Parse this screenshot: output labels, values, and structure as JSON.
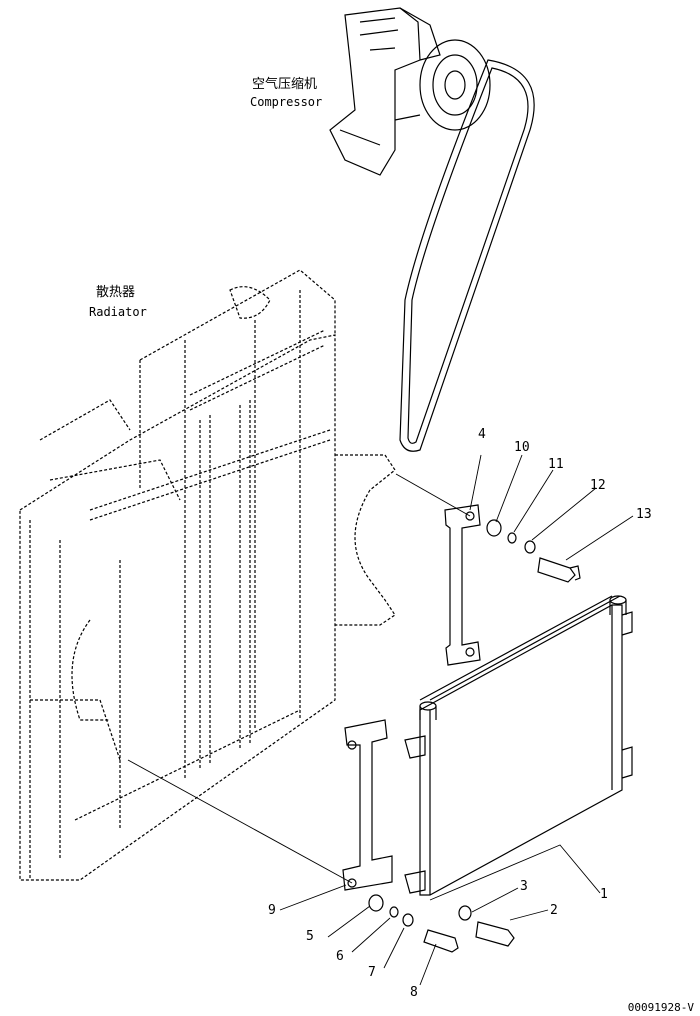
{
  "labels": {
    "compressor_cn": "空气压缩机",
    "compressor_en": "Compressor",
    "radiator_cn": "散热器",
    "radiator_en": "Radiator"
  },
  "callouts": [
    "1",
    "2",
    "3",
    "4",
    "5",
    "6",
    "7",
    "8",
    "9",
    "10",
    "11",
    "12",
    "13"
  ],
  "doc_id": "00091928-V"
}
